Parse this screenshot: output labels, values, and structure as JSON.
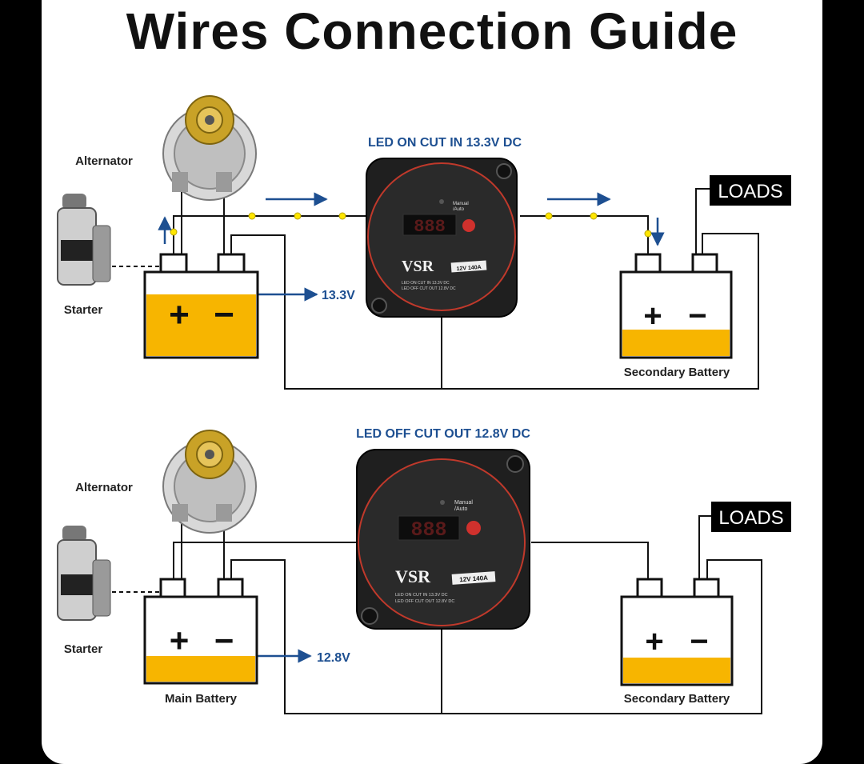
{
  "title": "Wires Connection Guide",
  "colors": {
    "battery_fill": "#f7b500",
    "wire": "#111111",
    "arrow": "#1d4f91",
    "node": "#ffe600",
    "caption": "#1d4f91",
    "vsr_body": "#1f1f1f",
    "vsr_ring": "#c0392b",
    "loads_bg": "#000000"
  },
  "top": {
    "caption": "LED ON CUT IN 13.3V DC",
    "alternator": "Alternator",
    "starter": "Starter",
    "voltage": "13.3V",
    "secondary_battery": "Secondary Battery",
    "loads": "LOADS",
    "battery_plus": "+",
    "battery_minus": "−",
    "vsr": {
      "brand": "VSR",
      "rating": "12V 140A",
      "mode_line1": "Manual",
      "mode_line2": "/Auto",
      "display": "888",
      "spec_line1": "LED ON CUT IN 13.3V DC",
      "spec_line2": "LED OFF CUT OUT 12.8V DC"
    }
  },
  "bottom": {
    "caption": "LED OFF CUT OUT 12.8V DC",
    "alternator": "Alternator",
    "starter": "Starter",
    "voltage": "12.8V",
    "main_battery": "Main Battery",
    "secondary_battery": "Secondary Battery",
    "loads": "LOADS",
    "battery_plus": "+",
    "battery_minus": "−",
    "vsr": {
      "brand": "VSR",
      "rating": "12V 140A",
      "mode_line1": "Manual",
      "mode_line2": "/Auto",
      "display": "888",
      "spec_line1": "LED ON CUT IN 13.3V DC",
      "spec_line2": "LED OFF CUT OUT 12.8V DC"
    }
  }
}
